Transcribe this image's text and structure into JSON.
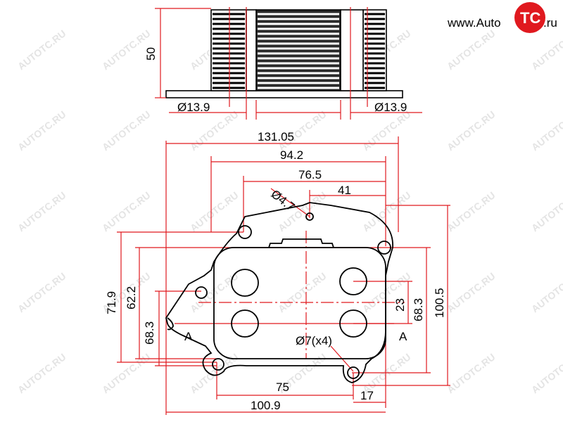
{
  "logo": {
    "prefix": "www.Auto",
    "badge": "TC",
    "suffix": ".ru",
    "brand_color": "#e0191f"
  },
  "watermark": {
    "text": "AUTOTC.RU",
    "color": "#e4e4e4"
  },
  "colors": {
    "dimension_line": "#e0191f",
    "outline": "#000000"
  },
  "dimensions": {
    "height": "50",
    "port_left_diameter": "Ø13.9",
    "port_right_diameter": "Ø13.9",
    "overall_width": "131.05",
    "width_94": "94.2",
    "width_76": "76.5",
    "width_41": "41",
    "hole_small": "Ø4.7",
    "left_71": "71.9",
    "left_62": "62.2",
    "left_68": "68.3",
    "right_23": "23",
    "right_68": "68.3",
    "right_100": "100.5",
    "bolt_holes": "Ø7(x4)",
    "bottom_75": "75",
    "bottom_17": "17",
    "bottom_100": "100.9",
    "section_left": "A",
    "section_right": "A"
  }
}
